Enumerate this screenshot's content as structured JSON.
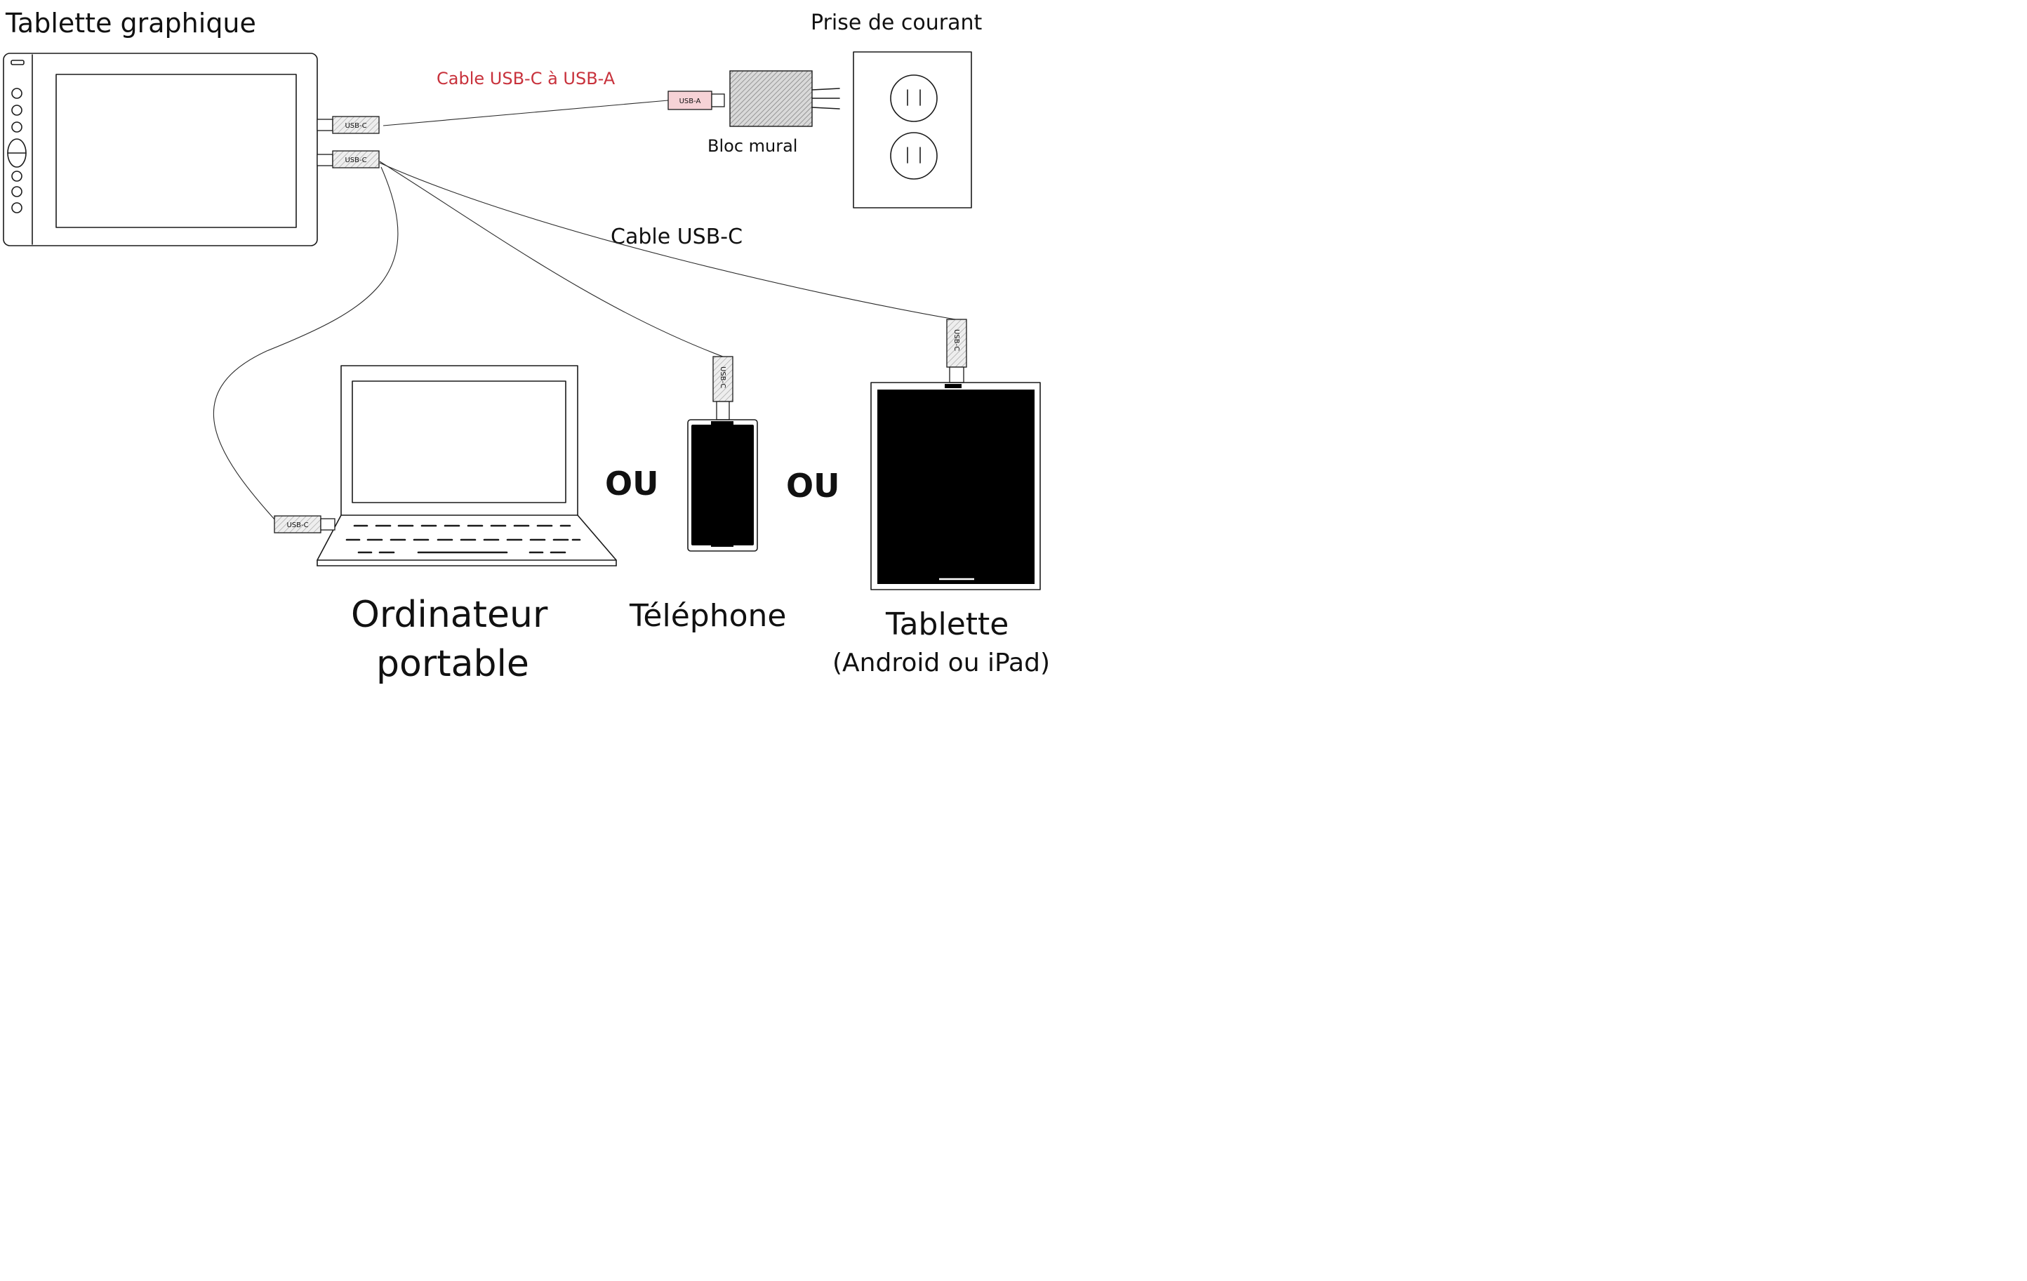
{
  "labels": {
    "drawing_tablet_title": "Tablette graphique",
    "wall_outlet": "Prise de courant",
    "cable_usbc_usba": "Cable USB-C à USB-A",
    "wall_block": "Bloc mural",
    "cable_usbc": "Cable USB-C",
    "or_1": "OU",
    "or_2": "OU",
    "laptop_line1": "Ordinateur",
    "laptop_line2": "portable",
    "phone": "Téléphone",
    "tablet_line1": "Tablette",
    "tablet_line2": "(Android ou iPad)"
  },
  "connectors": {
    "usbc": "USB-C",
    "usba": "USB-A"
  },
  "colors": {
    "accent_red": "#c8323c",
    "usba_fill": "#f6d2d6",
    "connector_fill": "#e8e8e8",
    "ink": "#111111",
    "screen_black": "#000000"
  }
}
